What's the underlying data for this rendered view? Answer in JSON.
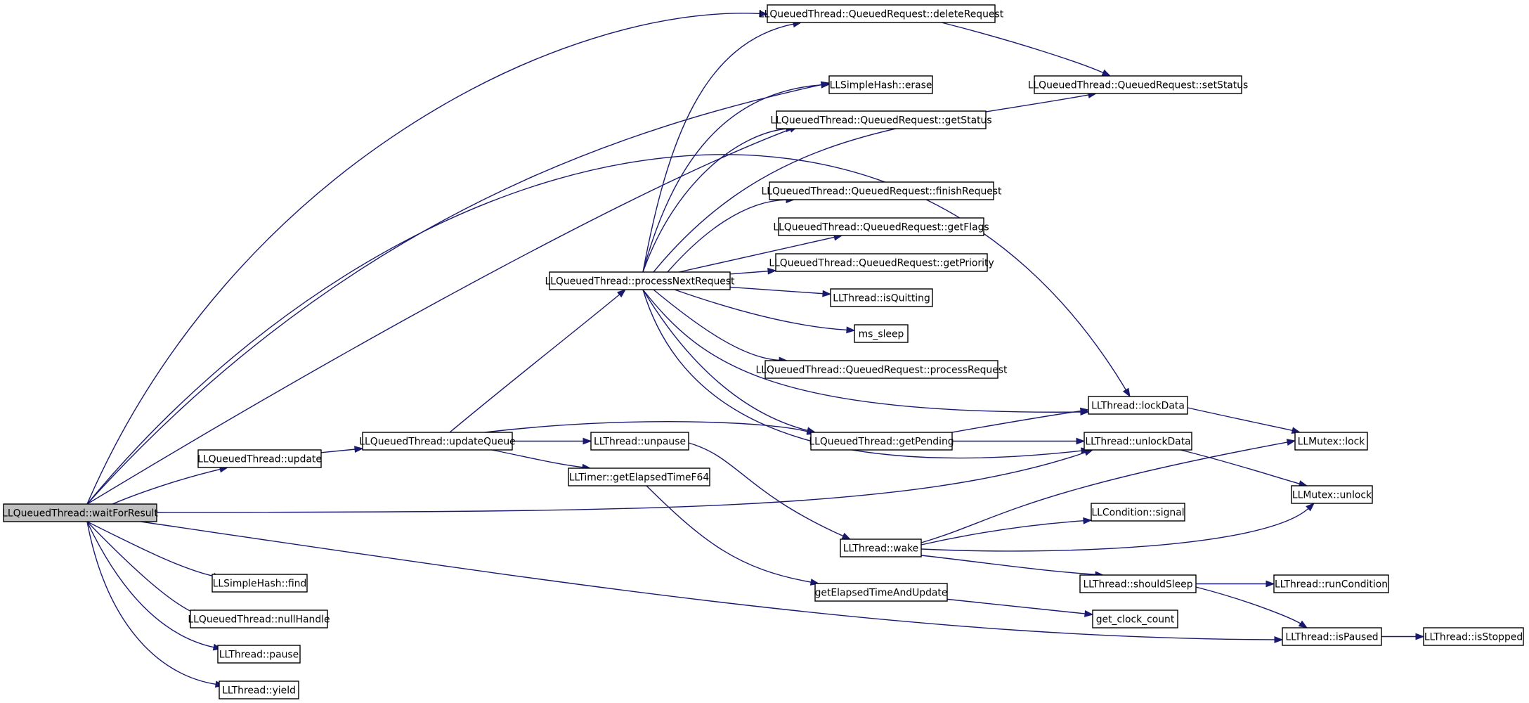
{
  "nodes": [
    {
      "id": "waitForResult",
      "label": "LLQueuedThread::waitForResult",
      "root": true
    },
    {
      "id": "update",
      "label": "LLQueuedThread::update"
    },
    {
      "id": "hashFind",
      "label": "LLSimpleHash::find"
    },
    {
      "id": "nullHandle",
      "label": "LLQueuedThread::nullHandle"
    },
    {
      "id": "pause",
      "label": "LLThread::pause"
    },
    {
      "id": "yield",
      "label": "LLThread::yield"
    },
    {
      "id": "updateQueue",
      "label": "LLQueuedThread::updateQueue"
    },
    {
      "id": "processNextRequest",
      "label": "LLQueuedThread::processNextRequest"
    },
    {
      "id": "unpause",
      "label": "LLThread::unpause"
    },
    {
      "id": "getElapsedTimeF64",
      "label": "LLTimer::getElapsedTimeF64"
    },
    {
      "id": "deleteRequest",
      "label": "LLQueuedThread::QueuedRequest::deleteRequest"
    },
    {
      "id": "hashErase",
      "label": "LLSimpleHash::erase"
    },
    {
      "id": "getStatus",
      "label": "LLQueuedThread::QueuedRequest::getStatus"
    },
    {
      "id": "finishRequest",
      "label": "LLQueuedThread::QueuedRequest::finishRequest"
    },
    {
      "id": "getFlags",
      "label": "LLQueuedThread::QueuedRequest::getFlags"
    },
    {
      "id": "getPriority",
      "label": "LLQueuedThread::QueuedRequest::getPriority"
    },
    {
      "id": "isQuitting",
      "label": "LLThread::isQuitting"
    },
    {
      "id": "msSleep",
      "label": "ms_sleep"
    },
    {
      "id": "processRequest",
      "label": "LLQueuedThread::QueuedRequest::processRequest"
    },
    {
      "id": "getPending",
      "label": "LLQueuedThread::getPending"
    },
    {
      "id": "wake",
      "label": "LLThread::wake"
    },
    {
      "id": "getElapsedTimeAndUpdate",
      "label": "getElapsedTimeAndUpdate"
    },
    {
      "id": "setStatus",
      "label": "LLQueuedThread::QueuedRequest::setStatus"
    },
    {
      "id": "lockData",
      "label": "LLThread::lockData"
    },
    {
      "id": "unlockData",
      "label": "LLThread::unlockData"
    },
    {
      "id": "conditionSignal",
      "label": "LLCondition::signal"
    },
    {
      "id": "shouldSleep",
      "label": "LLThread::shouldSleep"
    },
    {
      "id": "getClockCount",
      "label": "get_clock_count"
    },
    {
      "id": "mutexLock",
      "label": "LLMutex::lock"
    },
    {
      "id": "mutexUnlock",
      "label": "LLMutex::unlock"
    },
    {
      "id": "runCondition",
      "label": "LLThread::runCondition"
    },
    {
      "id": "isPaused",
      "label": "LLThread::isPaused"
    },
    {
      "id": "isStopped",
      "label": "LLThread::isStopped"
    }
  ],
  "edges": [
    [
      "waitForResult",
      "deleteRequest"
    ],
    [
      "waitForResult",
      "lockData"
    ],
    [
      "waitForResult",
      "hashErase"
    ],
    [
      "waitForResult",
      "getStatus"
    ],
    [
      "waitForResult",
      "update"
    ],
    [
      "waitForResult",
      "unlockData"
    ],
    [
      "waitForResult",
      "hashFind"
    ],
    [
      "waitForResult",
      "nullHandle"
    ],
    [
      "waitForResult",
      "pause"
    ],
    [
      "waitForResult",
      "yield"
    ],
    [
      "waitForResult",
      "isPaused"
    ],
    [
      "update",
      "updateQueue"
    ],
    [
      "updateQueue",
      "processNextRequest"
    ],
    [
      "updateQueue",
      "getPending"
    ],
    [
      "updateQueue",
      "unpause"
    ],
    [
      "updateQueue",
      "getElapsedTimeF64"
    ],
    [
      "processNextRequest",
      "deleteRequest"
    ],
    [
      "processNextRequest",
      "hashErase"
    ],
    [
      "processNextRequest",
      "getStatus"
    ],
    [
      "processNextRequest",
      "setStatus"
    ],
    [
      "processNextRequest",
      "finishRequest"
    ],
    [
      "processNextRequest",
      "getFlags"
    ],
    [
      "processNextRequest",
      "getPriority"
    ],
    [
      "processNextRequest",
      "isQuitting"
    ],
    [
      "processNextRequest",
      "msSleep"
    ],
    [
      "processNextRequest",
      "processRequest"
    ],
    [
      "processNextRequest",
      "lockData"
    ],
    [
      "processNextRequest",
      "getPending"
    ],
    [
      "processNextRequest",
      "unlockData"
    ],
    [
      "unpause",
      "wake"
    ],
    [
      "getElapsedTimeF64",
      "getElapsedTimeAndUpdate"
    ],
    [
      "deleteRequest",
      "setStatus"
    ],
    [
      "getPending",
      "lockData"
    ],
    [
      "getPending",
      "unlockData"
    ],
    [
      "lockData",
      "mutexLock"
    ],
    [
      "unlockData",
      "mutexUnlock"
    ],
    [
      "wake",
      "mutexLock"
    ],
    [
      "wake",
      "conditionSignal"
    ],
    [
      "wake",
      "mutexUnlock"
    ],
    [
      "wake",
      "shouldSleep"
    ],
    [
      "getElapsedTimeAndUpdate",
      "getClockCount"
    ],
    [
      "shouldSleep",
      "runCondition"
    ],
    [
      "shouldSleep",
      "isPaused"
    ],
    [
      "isPaused",
      "isStopped"
    ]
  ]
}
